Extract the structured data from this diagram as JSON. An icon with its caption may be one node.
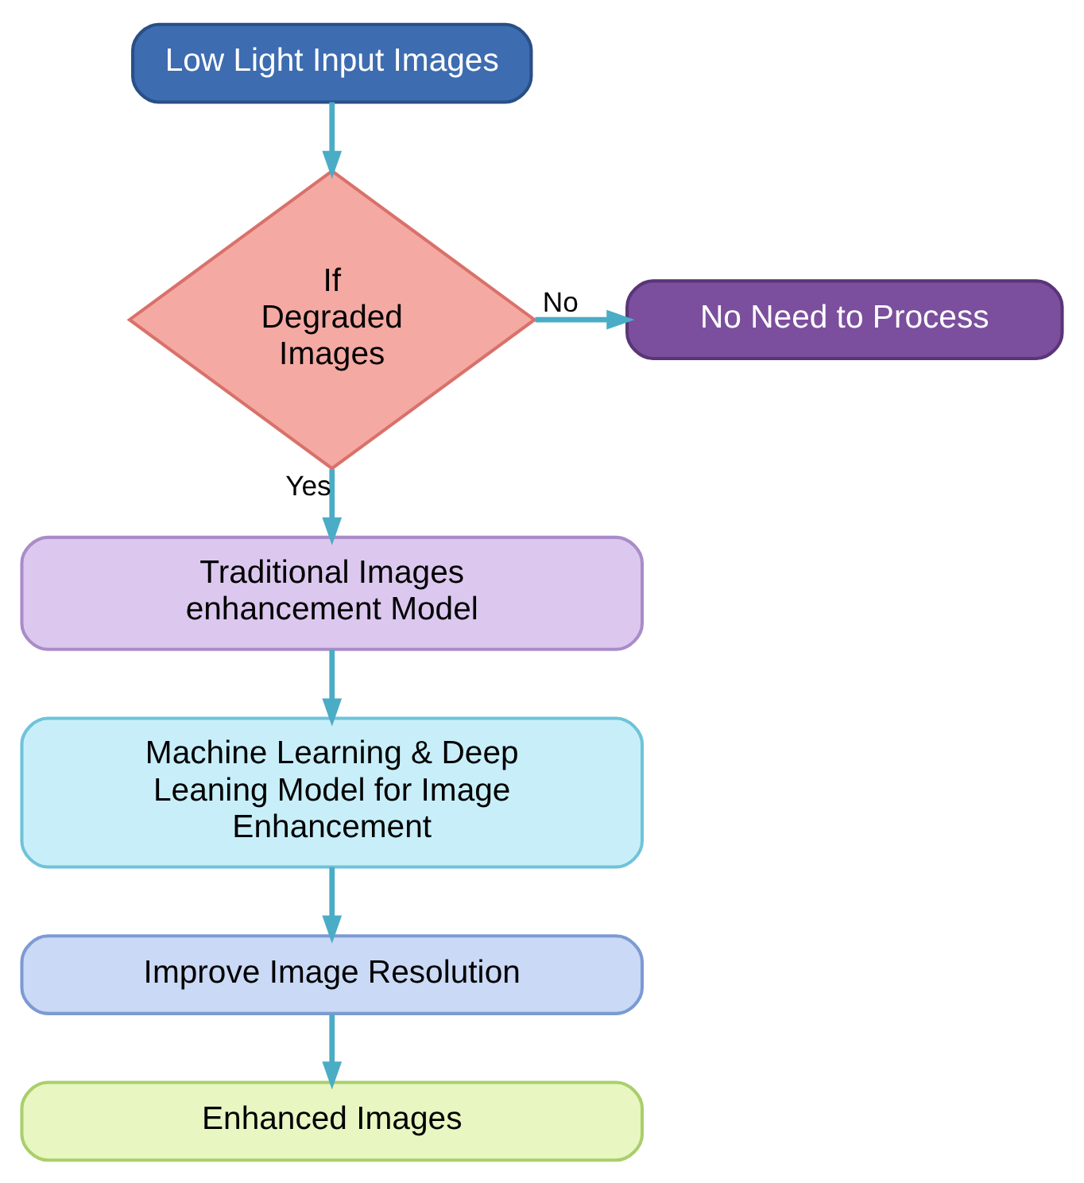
{
  "diagram": {
    "nodes": [
      {
        "text": [
          "Low Light Input Images"
        ]
      },
      {
        "text": [
          "If Degraded Images"
        ]
      },
      {
        "text": [
          "No Need to Process"
        ]
      },
      {
        "text": [
          "Traditional Images enhancement Model"
        ]
      },
      {
        "text": [
          "Machine Learning & Deep Leaning Model for Image Enhancement"
        ]
      },
      {
        "text": [
          "Improve Image Resolution"
        ]
      },
      {
        "text": [
          "Enhanced Images"
        ]
      }
    ],
    "edges": [
      {
        "from": 0,
        "to": 1,
        "arrow": "to"
      },
      {
        "from": 1,
        "to": 2,
        "arrow": "to",
        "label": "No"
      },
      {
        "from": 1,
        "to": 3,
        "arrow": "to",
        "label": "Yes"
      },
      {
        "from": 3,
        "to": 4,
        "arrow": "to"
      },
      {
        "from": 4,
        "to": 5,
        "arrow": "to"
      },
      {
        "from": 5,
        "to": 6,
        "arrow": "to"
      }
    ]
  }
}
